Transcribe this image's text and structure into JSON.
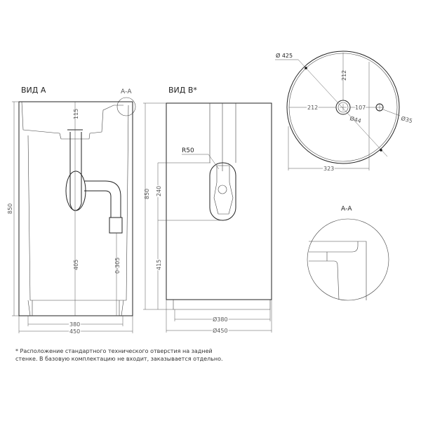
{
  "view_a": {
    "title": "ВИД А",
    "section_ref": "А-А",
    "dims": {
      "height": "850",
      "depth": "115",
      "drain_h": "405",
      "outlet_h": "0-305",
      "base_w": "380",
      "total_w": "450"
    }
  },
  "view_b": {
    "title": "ВИД В*",
    "dims": {
      "height": "850",
      "slot_h": "240",
      "slot_bottom": "415",
      "radius": "R50",
      "base_d": "Ø380",
      "total_d": "Ø450"
    }
  },
  "top_view": {
    "dims": {
      "diameter": "Ø 425",
      "r_v": "212",
      "r_h": "212",
      "hole_offset": "107",
      "drain_d": "Ø44",
      "tap_d": "Ø35",
      "width": "323"
    }
  },
  "section": {
    "title": "А-А"
  },
  "footnote": "* Расположение стандартного технического отверстия на задней стенке. В базовую комплектацию не входит, заказывается отдельно."
}
